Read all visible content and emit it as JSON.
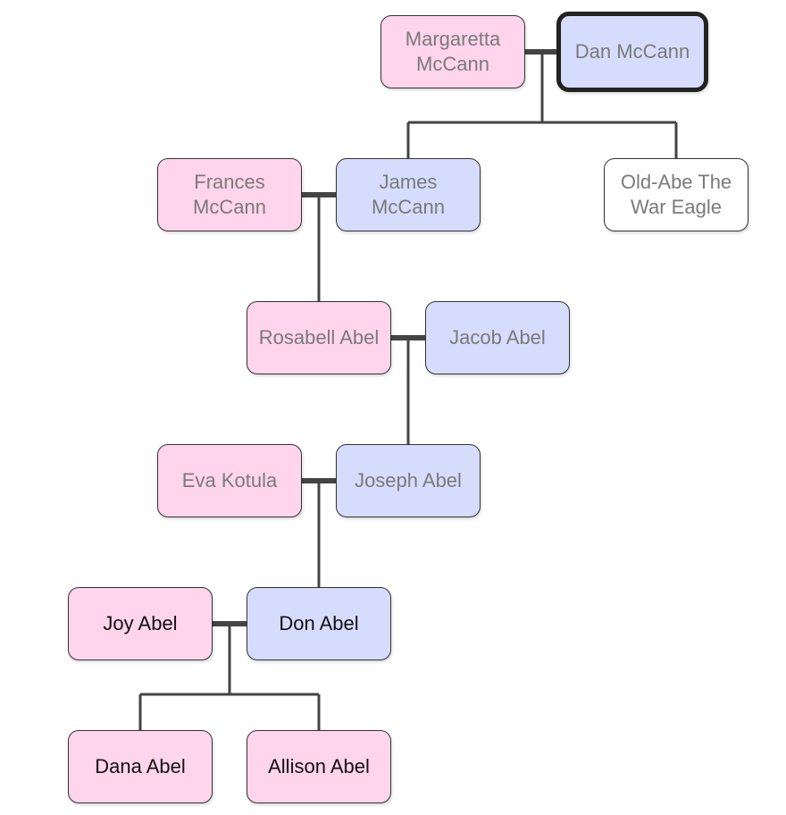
{
  "people": {
    "margaretta": {
      "name": "Margaretta McCann",
      "gender": "female"
    },
    "dan": {
      "name": "Dan McCann",
      "gender": "male",
      "selected": true
    },
    "frances": {
      "name": "Frances McCann",
      "gender": "female"
    },
    "james": {
      "name": "James McCann",
      "gender": "male"
    },
    "oldabe": {
      "name": "Old-Abe The War Eagle",
      "gender": "unknown"
    },
    "rosabell": {
      "name": "Rosabell Abel",
      "gender": "female"
    },
    "jacob": {
      "name": "Jacob Abel",
      "gender": "male"
    },
    "eva": {
      "name": "Eva Kotula",
      "gender": "female"
    },
    "joseph": {
      "name": "Joseph Abel",
      "gender": "male"
    },
    "joy": {
      "name": "Joy Abel",
      "gender": "female"
    },
    "don": {
      "name": "Don Abel",
      "gender": "male"
    },
    "dana": {
      "name": "Dana Abel",
      "gender": "female"
    },
    "allison": {
      "name": "Allison Abel",
      "gender": "female"
    }
  },
  "colors": {
    "female": "#ffd4ed",
    "male": "#d6dcfb",
    "unknown": "#ffffff",
    "line": "#444444",
    "muted_text": "#7a7a7a",
    "active_text": "#111111"
  }
}
